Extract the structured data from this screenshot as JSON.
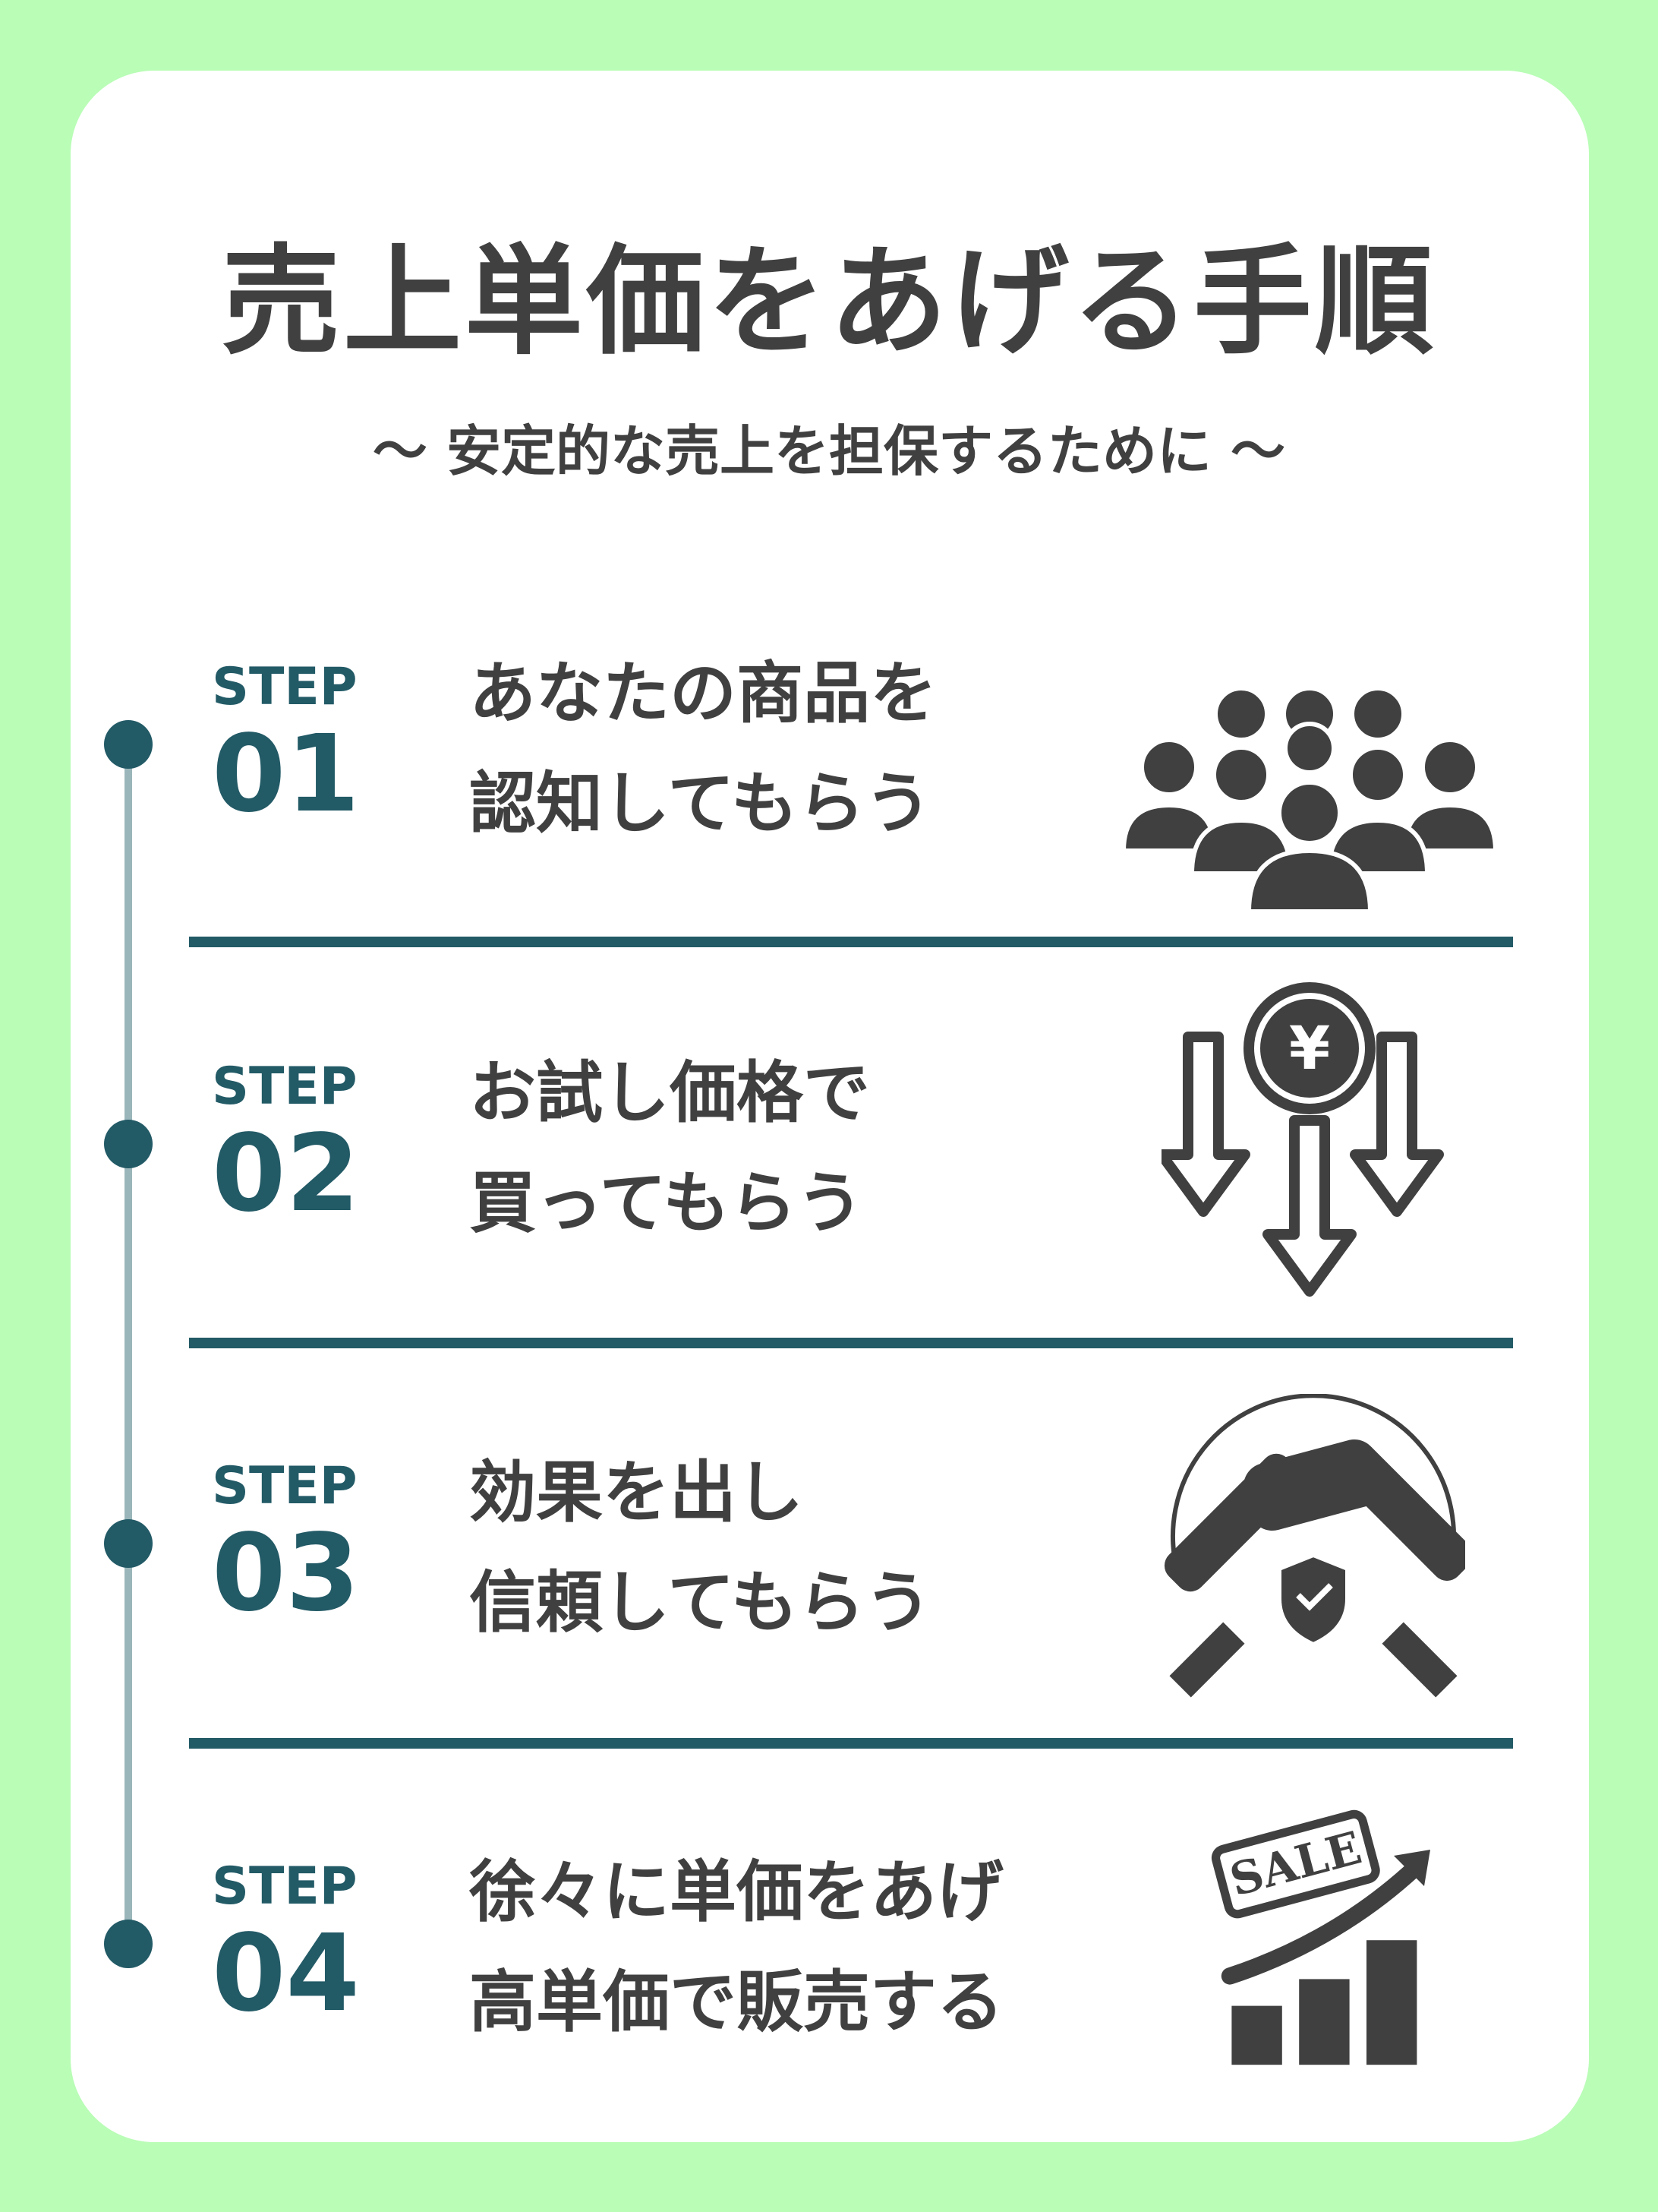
{
  "title": "売上単価をあげる手順",
  "subtitle": "〜 安定的な売上を担保するために 〜",
  "steps": [
    {
      "label": "STEP",
      "number": "01",
      "line1": "あなたの商品を",
      "line2": "認知してもらう",
      "icon": "people-group-icon"
    },
    {
      "label": "STEP",
      "number": "02",
      "line1": "お試し価格で",
      "line2": "買ってもらう",
      "icon": "yen-price-down-icon"
    },
    {
      "label": "STEP",
      "number": "03",
      "line1": "効果を出し",
      "line2": "信頼してもらう",
      "icon": "handshake-shield-icon"
    },
    {
      "label": "STEP",
      "number": "04",
      "line1": "徐々に単価をあげ",
      "line2": "高単価で販売する",
      "icon": "sale-growth-chart-icon"
    }
  ],
  "icon_text": {
    "yen": "¥",
    "sale": "SALE"
  },
  "colors": {
    "background": "#b9fdb6",
    "accent": "#225a66",
    "timeline": "#9ab6ba",
    "text": "#404040"
  }
}
